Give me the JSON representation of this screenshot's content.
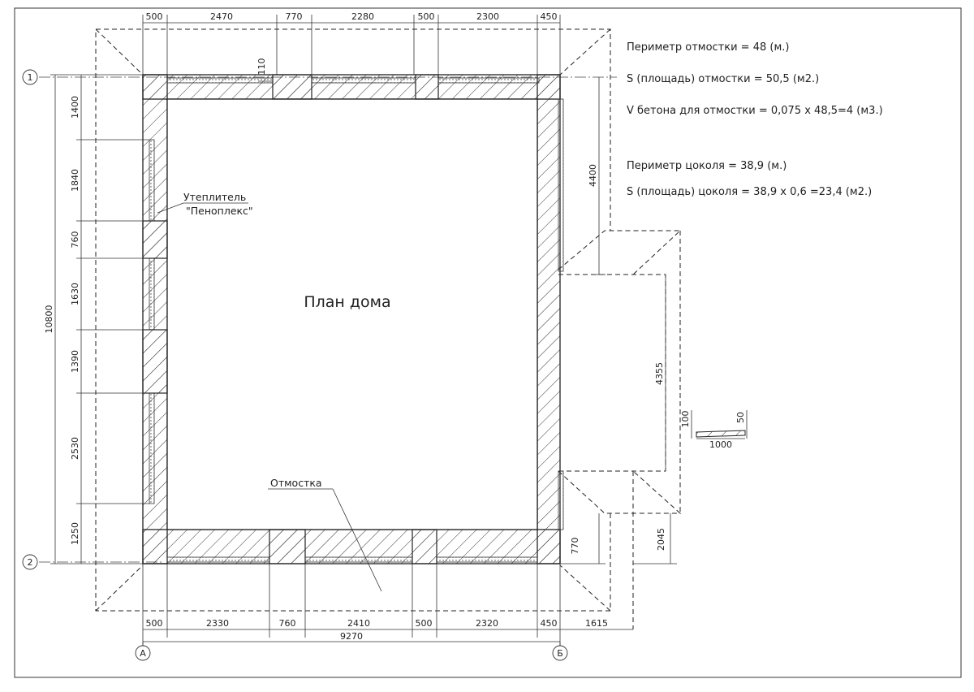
{
  "drawing": {
    "title": "План дома",
    "insulation_label_1": "Утеплитель",
    "insulation_label_2": "\"Пеноплекс\"",
    "blind_area_label": "Отмостка"
  },
  "notes": {
    "blind_area_perimeter": "Периметр отмостки = 48 (м.)",
    "blind_area_square": "S (площадь) отмостки = 50,5 (м2.)",
    "blind_area_concrete": "V бетона для отмостки = 0,075 х 48,5=4 (м3.)",
    "plinth_perimeter": "Периметр цоколя = 38,9 (м.)",
    "plinth_square": "S (площадь) цоколя = 38,9 х 0,6 =23,4 (м2.)"
  },
  "axes": {
    "row_1": "1",
    "row_2": "2",
    "col_a": "А",
    "col_b": "Б"
  },
  "dimensions": {
    "top": [
      "500",
      "2470",
      "770",
      "2280",
      "500",
      "2300",
      "450"
    ],
    "bottom": [
      "500",
      "2330",
      "760",
      "2410",
      "500",
      "2320",
      "450",
      "1615"
    ],
    "bottom_total": "9270",
    "left": [
      "1400",
      "1840",
      "760",
      "1630",
      "1390",
      "2530",
      "1250"
    ],
    "left_total": "10800",
    "top_small": "110",
    "right_upper": "4400",
    "right_lower": "770",
    "porch_depth": "4355",
    "porch_lower": "2045",
    "section_thickness": "100",
    "section_edge": "50",
    "section_width": "1000"
  }
}
